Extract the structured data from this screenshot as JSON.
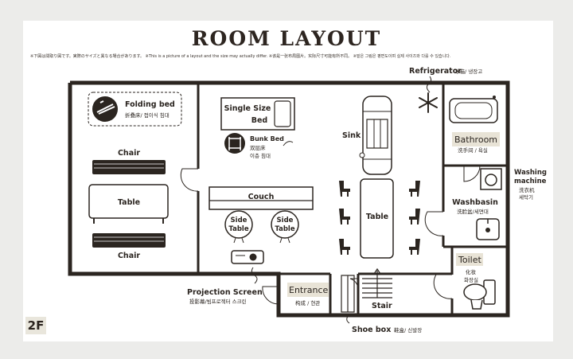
{
  "page": {
    "title": "ROOM LAYOUT",
    "disclaimer": "※下図は間取り図です。実際のサイズと異なる場合があります。 ※This is a picture of a layout and the size may actually differ. ※该是一张布局图片。实际尺寸可能有所不同。 ※밑은 그림은 평면도이며 실제 사이즈와 다를 수 있습니다.",
    "floor": "2F"
  },
  "labels": {
    "folding_bed": "Folding bed",
    "folding_bed_sub": "折叠床/ 접이식 침대",
    "chair_top": "Chair",
    "table_left": "Table",
    "chair_bottom": "Chair",
    "single_bed_1": "Single Size",
    "single_bed_2": "Bed",
    "bunk_bed": "Bunk Bed",
    "bunk_bed_sub1": "双层床",
    "bunk_bed_sub2": "이층 침대",
    "couch": "Couch",
    "side_table": "Side",
    "side_table_2": "Table",
    "sink": "Sink",
    "dining_table": "Table",
    "refrigerator": "Refrigerator",
    "refrigerator_sub": "冰箱/ 냉장고",
    "bathroom": "Bathroom",
    "bathroom_sub": "洗手间 / 욕실",
    "washing_1": "Washing",
    "washing_2": "machine",
    "washing_sub1": "洗衣机",
    "washing_sub2": "세탁기",
    "washbasin": "Washbasin",
    "washbasin_sub": "洗脸盆/세면대",
    "toilet": "Toilet",
    "toilet_sub1": "化妆",
    "toilet_sub2": "화장실",
    "projection": "Projection Screen",
    "projection_sub": "投影幕/빔프로젝터 스크린",
    "entrance": "Entrance",
    "entrance_sub": "构成 / 현관",
    "stair": "Stair",
    "shoe_box": "Shoe box",
    "shoe_box_sub": "鞋盒/ 신발장"
  },
  "colors": {
    "wall": "#2b2520",
    "room_highlight": "#e8e3d6",
    "background": "#ececea"
  },
  "icons": [
    "bed-icon",
    "bunk-bed-icon",
    "snowflake-icon",
    "projector-icon",
    "bathtub-icon",
    "washing-machine-icon",
    "basin-icon",
    "toilet-icon",
    "chair-icon",
    "door-icon"
  ]
}
